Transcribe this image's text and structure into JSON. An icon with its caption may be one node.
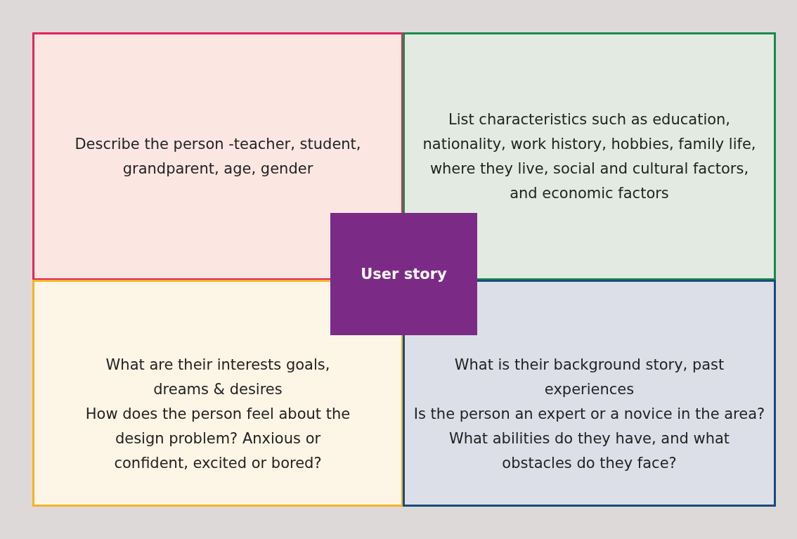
{
  "diagram": {
    "nodes": [
      {
        "text": [
          "Describe the person -teacher, student, grandparent, age, gender"
        ]
      },
      {
        "text": [
          "List characteristics such as education, nationality, work history, hobbies, family life, where they live, social and cultural factors, and economic factors"
        ]
      },
      {
        "text": [
          "User story"
        ]
      },
      {
        "text": [
          "What are their interests goals, dreams & desires",
          "How does the person feel about the design problem? Anxious or confident, excited or bored?"
        ]
      },
      {
        "text": [
          "What is their background story, past experiences",
          "Is the person an expert or a novice in the area? What abilities do they have, and what obstacles do they face?"
        ]
      }
    ]
  }
}
